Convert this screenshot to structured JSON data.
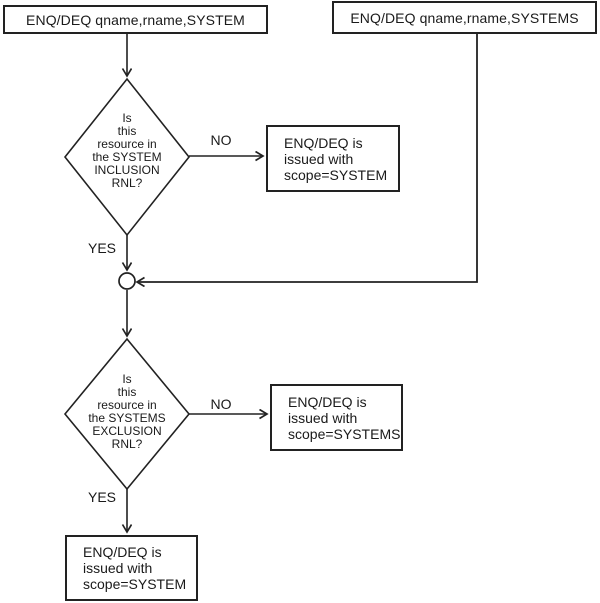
{
  "diagram": {
    "title": "ENQ/DEQ RNL scope decision flowchart",
    "colors": {
      "line": "#222222",
      "text": "#1a1a1a",
      "background": "#ffffff"
    },
    "nodes": {
      "start_system": {
        "label": "ENQ/DEQ qname,rname,SYSTEM"
      },
      "start_systems": {
        "label": "ENQ/DEQ qname,rname,SYSTEMS"
      },
      "decision_inclusion": {
        "label": "Is\nthis\nresource in\nthe SYSTEM\nINCLUSION\nRNL?"
      },
      "result_scope_system_top": {
        "label": "ENQ/DEQ is\nissued with\nscope=SYSTEM"
      },
      "decision_exclusion": {
        "label": "Is\nthis\nresource in\nthe SYSTEMS\nEXCLUSION\nRNL?"
      },
      "result_scope_systems": {
        "label": "ENQ/DEQ is\nissued with\nscope=SYSTEMS"
      },
      "result_scope_system_bottom": {
        "label": "ENQ/DEQ is\nissued with\nscope=SYSTEM"
      }
    },
    "edge_labels": {
      "inclusion_no": "NO",
      "inclusion_yes": "YES",
      "exclusion_no": "NO",
      "exclusion_yes": "YES"
    }
  }
}
